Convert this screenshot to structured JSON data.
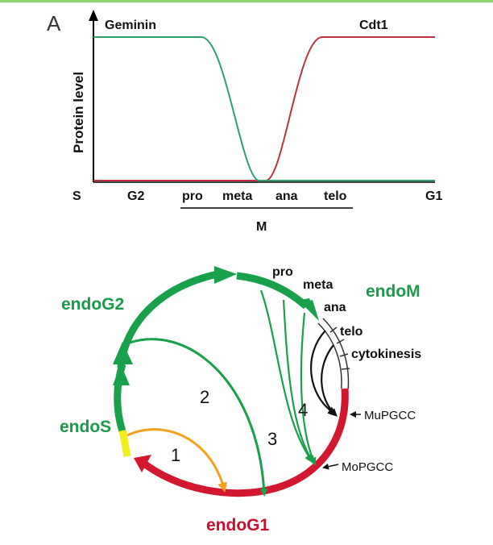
{
  "panel_label": "A",
  "top_plot": {
    "y_axis_label": "Protein level",
    "series_labels": {
      "geminin": "Geminin",
      "cdt1": "Cdt1"
    },
    "phase_labels": [
      "S",
      "G2",
      "pro",
      "meta",
      "ana",
      "telo",
      "G1"
    ],
    "m_label": "M",
    "colors": {
      "geminin": "#2e9e6a",
      "cdt1": "#c0303a",
      "axis": "#000000"
    }
  },
  "cycle_diagram": {
    "phase_labels": {
      "endoG2": "endoG2",
      "endoM": "endoM",
      "endoS": "endoS",
      "endoG1": "endoG1"
    },
    "mitosis_labels": [
      "pro",
      "meta",
      "ana",
      "telo",
      "cytokinesis"
    ],
    "path_numbers": [
      "1",
      "2",
      "3",
      "4"
    ],
    "outcomes": {
      "mupgcc": "MuPGCC",
      "mopgcc": "MoPGCC"
    },
    "colors": {
      "green": "#18a04a",
      "red": "#d3172e",
      "yellow": "#f2ee1a",
      "orange": "#f2a01e",
      "label_green": "#1a9a4a",
      "label_red": "#c8102e"
    }
  }
}
